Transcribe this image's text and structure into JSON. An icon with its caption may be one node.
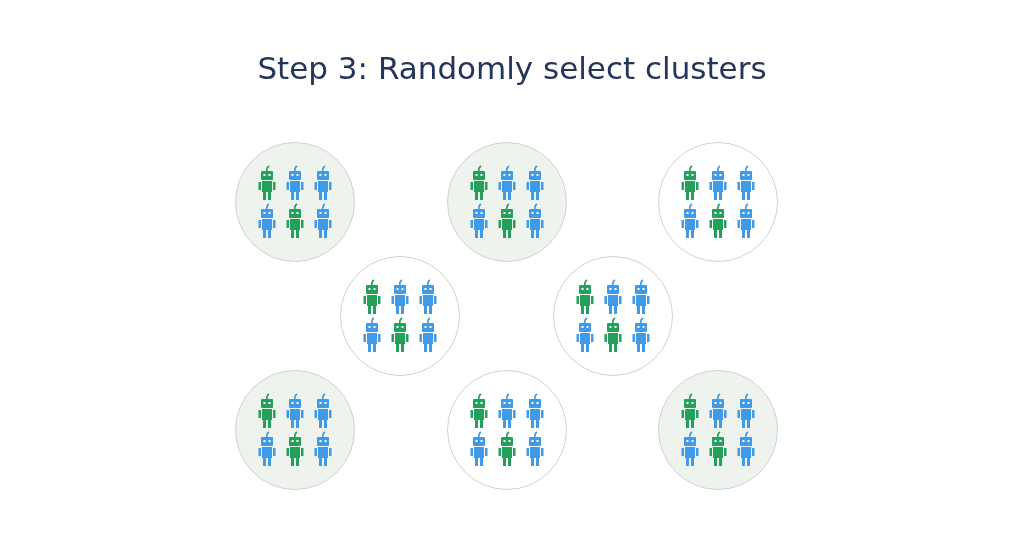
{
  "diagram": {
    "title": "Step 3: Randomly select clusters",
    "nodes": [
      {
        "text": [],
        "shape": "circle"
      },
      {
        "text": [],
        "shape": "circle"
      },
      {
        "text": [],
        "shape": "circle"
      },
      {
        "text": [],
        "shape": "circle"
      },
      {
        "text": [],
        "shape": "circle"
      },
      {
        "text": [],
        "shape": "circle"
      },
      {
        "text": [],
        "shape": "circle"
      },
      {
        "text": [],
        "shape": "circle"
      }
    ]
  }
}
